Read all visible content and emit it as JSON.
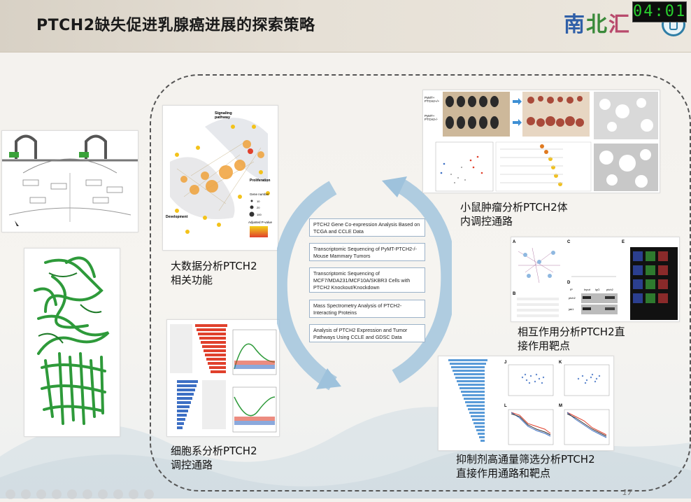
{
  "header": {
    "title": "PTCH2缺失促进乳腺癌进展的探索策略",
    "logo_parts": [
      "南",
      "北",
      "汇"
    ],
    "timer": "04:01"
  },
  "labels": {
    "big_data": "大数据分析PTCH2\n相关功能",
    "cell_line": "细胞系分析PTCH2\n调控通路",
    "mouse": "小鼠肿瘤分析PTCH2体\n内调控通路",
    "interaction": "相互作用分析PTCH2直\n接作用靶点",
    "inhibitor": "抑制剂高通量筛选分析PTCH2\n直接作用通路和靶点"
  },
  "network": {
    "signaling": "Signaling\npathway",
    "proliferation": "Proliferation",
    "development": "Development",
    "legend_title": "Gene number",
    "legend_items": [
      "10",
      "20",
      "100"
    ],
    "pvalue": "Adjusted P-value"
  },
  "flow_steps": [
    "PTCH2 Gene Co-expression Analysis Based on TCGA and CCLE Data",
    "Transcriptomic Sequencing of PyMT-PTCH2-/- Mouse Mammary Tumors",
    "Transcriptomic Sequencing of MCF7/MDA231/MCF10A/SKBR3 Cells with PTCH2 Knockout/Knockdown",
    "Mass Spectrometry Analysis of PTCH2-Interacting Proteins",
    "Analysis of PTCH2 Expression and Tumor Pathways Using CCLE and GDSC Data"
  ],
  "mouse_panel": {
    "row1": "PyMT+\nPTCH2+/+",
    "row2": "PyMT+\nPTCH2-/-"
  },
  "interaction_panel": {
    "a": "A",
    "b": "B",
    "c": "C",
    "d": "D",
    "e": "E",
    "ip": "IP",
    "input": "Input",
    "igg": "IgG",
    "ptch2": "ptch2",
    "row1": "ptch2",
    "row2": "jak1"
  },
  "inhibitor_panel": {
    "j": "J",
    "k": "K",
    "l": "L",
    "m": "M"
  },
  "page_number": "17",
  "colors": {
    "accent_red": "#e0402c",
    "accent_blue": "#3d6fc4",
    "network_orange": "#f0a23a",
    "protein_green": "#2e9a3a",
    "arrow_blue": "#9ec2dc"
  }
}
